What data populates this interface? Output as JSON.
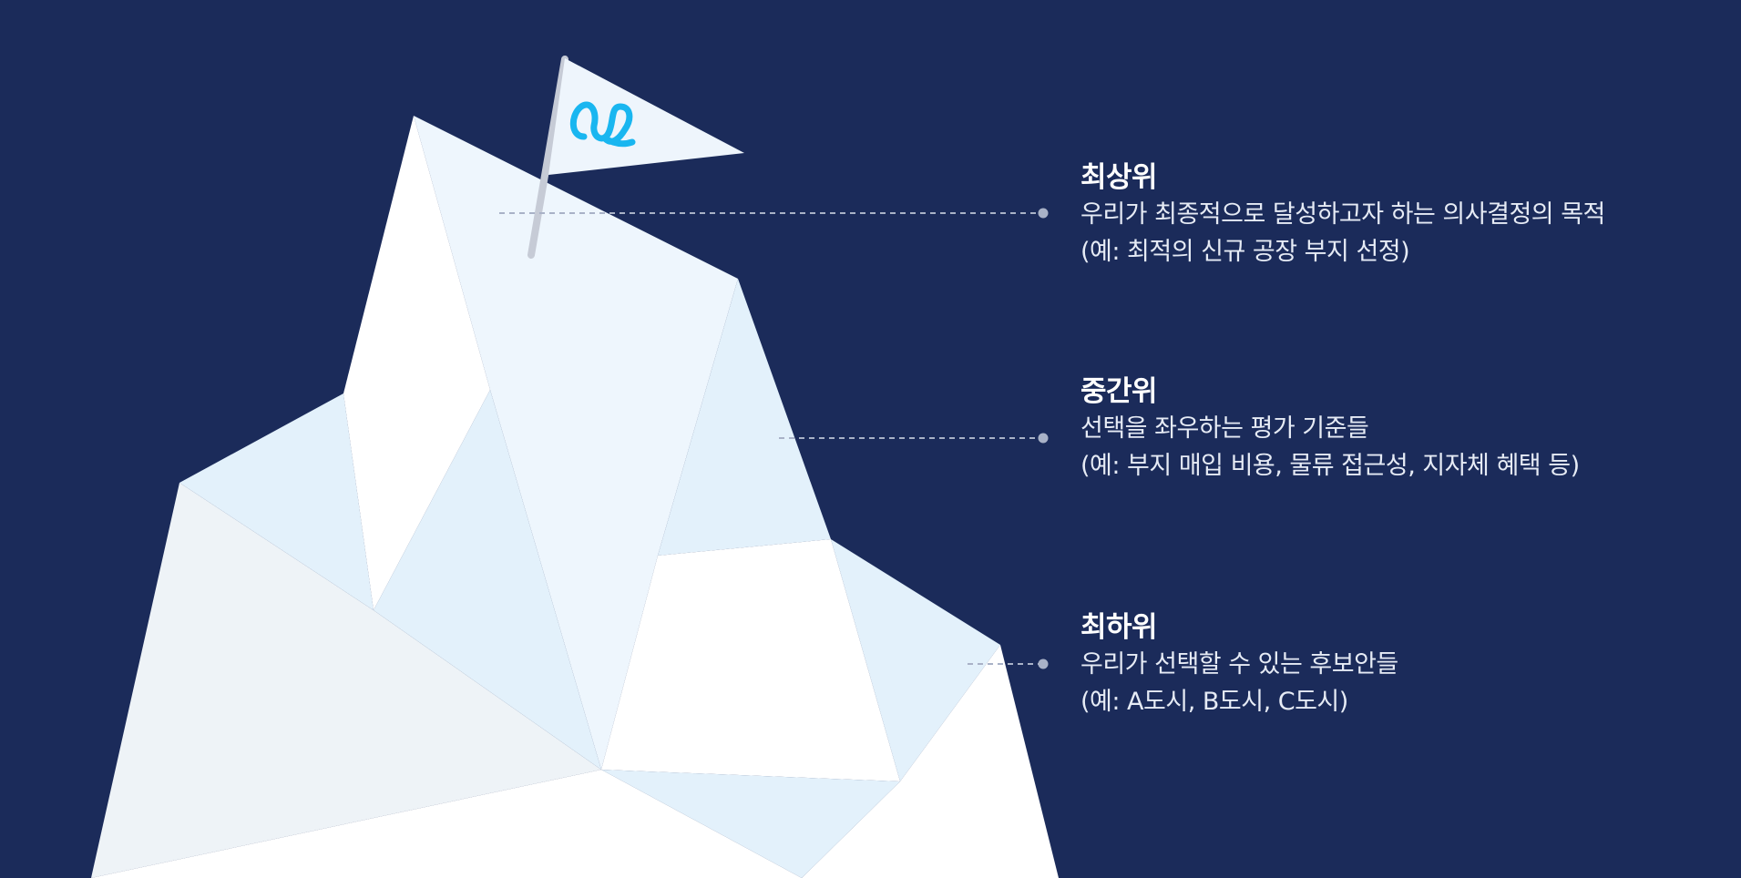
{
  "colors": {
    "background": "#1b2b5a",
    "ice_white": "#ffffff",
    "ice_light": "#eef6fd",
    "ice_blue": "#e3f1fb",
    "ice_gray": "#eef3f7",
    "flag_pole": "#c6cbd6",
    "flag": "#eef5fc",
    "logo": "#19b6f0",
    "leader_line": "#a9b2c7"
  },
  "icons": {
    "flag": "flag-icon",
    "logo": "loop-logo-icon"
  },
  "levels": [
    {
      "title": "최상위",
      "description": "우리가 최종적으로 달성하고자 하는 의사결정의 목적",
      "example": "(예: 최적의 신규 공장 부지 선정)"
    },
    {
      "title": "중간위",
      "description": "선택을 좌우하는 평가 기준들",
      "example": "(예: 부지 매입 비용, 물류 접근성, 지자체 혜택 등)"
    },
    {
      "title": "최하위",
      "description": "우리가 선택할 수 있는 후보안들",
      "example": "(예: A도시, B도시, C도시)"
    }
  ]
}
